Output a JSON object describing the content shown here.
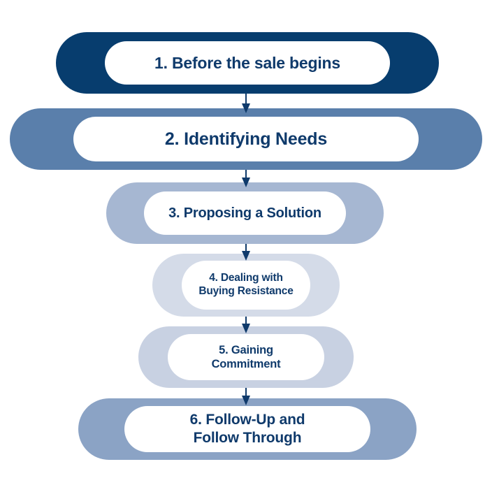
{
  "colors": {
    "step_1": "#073d6e",
    "step_2": "#5a7fab",
    "step_3": "#a6b7d2",
    "step_4": "#d4dbe8",
    "step_5": "#c8d1e2",
    "step_6": "#8ba3c5",
    "text": "#0f3a6b",
    "arrow": "#0f3a6b"
  },
  "steps": [
    {
      "lines": [
        "1. Before the sale begins"
      ]
    },
    {
      "lines": [
        "2. Identifying Needs"
      ]
    },
    {
      "lines": [
        "3. Proposing a Solution"
      ]
    },
    {
      "lines": [
        "4. Dealing with",
        "Buying Resistance"
      ]
    },
    {
      "lines": [
        "5. Gaining",
        "Commitment"
      ]
    },
    {
      "lines": [
        "6. Follow-Up and",
        "Follow Through"
      ]
    }
  ]
}
